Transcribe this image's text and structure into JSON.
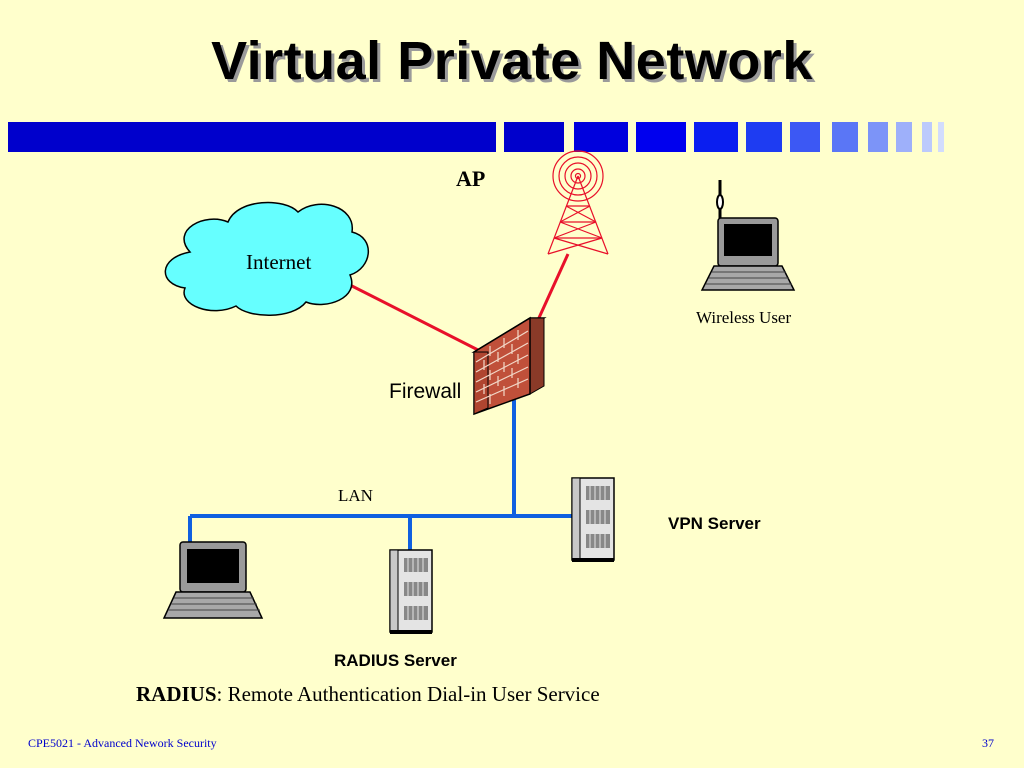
{
  "slide": {
    "title": "Virtual Private Network"
  },
  "diagram": {
    "ap_label": "AP",
    "internet_label": "Internet",
    "firewall_label": "Firewall",
    "wireless_user_label": "Wireless User",
    "lan_label": "LAN",
    "vpn_server_label": "VPN Server",
    "radius_server_label": "RADIUS Server"
  },
  "definition": {
    "term": "RADIUS",
    "text": ": Remote Authentication Dial-in User Service"
  },
  "footer": {
    "course": "CPE5021 -  Advanced Nework Security",
    "page_number": "37"
  },
  "colors": {
    "background": "#FFFFCC",
    "title_bar_blue": "#0000CC",
    "link_red": "#E8102A",
    "lan_blue": "#1060E0",
    "cloud_fill": "#66FFFF",
    "brick": "#C0503A"
  }
}
